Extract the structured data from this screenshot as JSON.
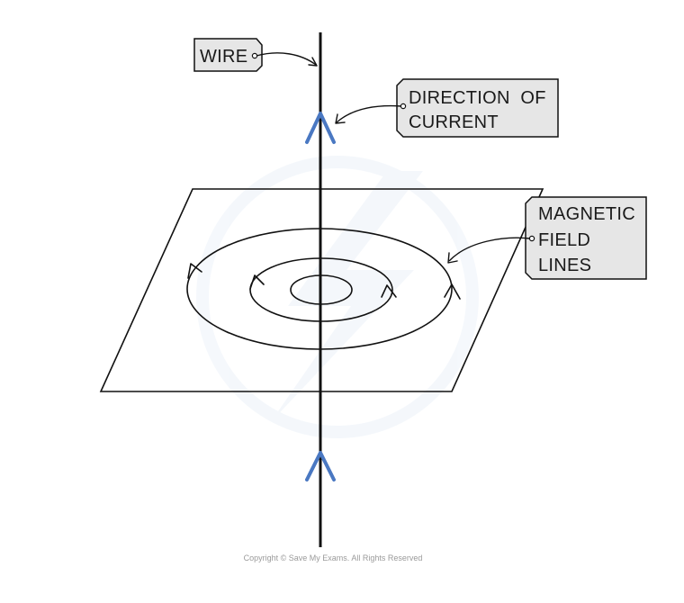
{
  "labels": {
    "wire": "WIRE",
    "direction_line1": "DIRECTION  OF",
    "direction_line2": "CURRENT",
    "field_line1": "MAGNETIC",
    "field_line2": "FIELD",
    "field_line3": "LINES"
  },
  "copyright": "Copyright © Save My Exams. All Rights Reserved",
  "colors": {
    "arrow": "#4a78c2",
    "tag_fill": "#e6e6e6",
    "line": "#111111"
  }
}
